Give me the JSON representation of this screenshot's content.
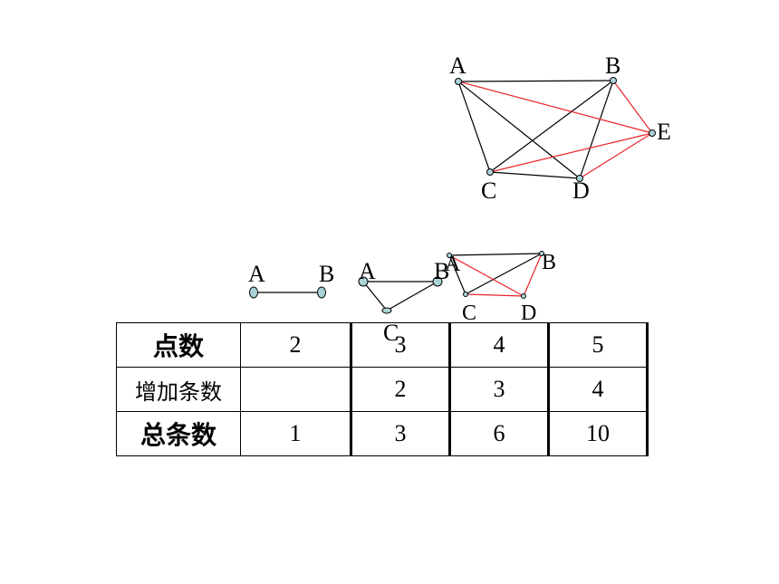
{
  "graphs": {
    "two": {
      "a": "A",
      "b": "B"
    },
    "three": {
      "a": "A",
      "b": "B",
      "c": "C"
    },
    "four": {
      "a": "A",
      "b": "B",
      "c": "C",
      "d": "D"
    },
    "five": {
      "a": "A",
      "b": "B",
      "c": "C",
      "d": "D",
      "e": "E"
    }
  },
  "colors": {
    "existing_edge": "#000000",
    "new_edge": "#e8242a",
    "vertex_fill": "#a9d3d9"
  },
  "table": {
    "rows": [
      {
        "header": "点数",
        "cells": [
          "2",
          "3",
          "4",
          "5"
        ]
      },
      {
        "header": "增加条数",
        "cells": [
          "",
          "2",
          "3",
          "4"
        ]
      },
      {
        "header": "总条数",
        "cells": [
          "1",
          "3",
          "6",
          "10"
        ]
      }
    ]
  }
}
